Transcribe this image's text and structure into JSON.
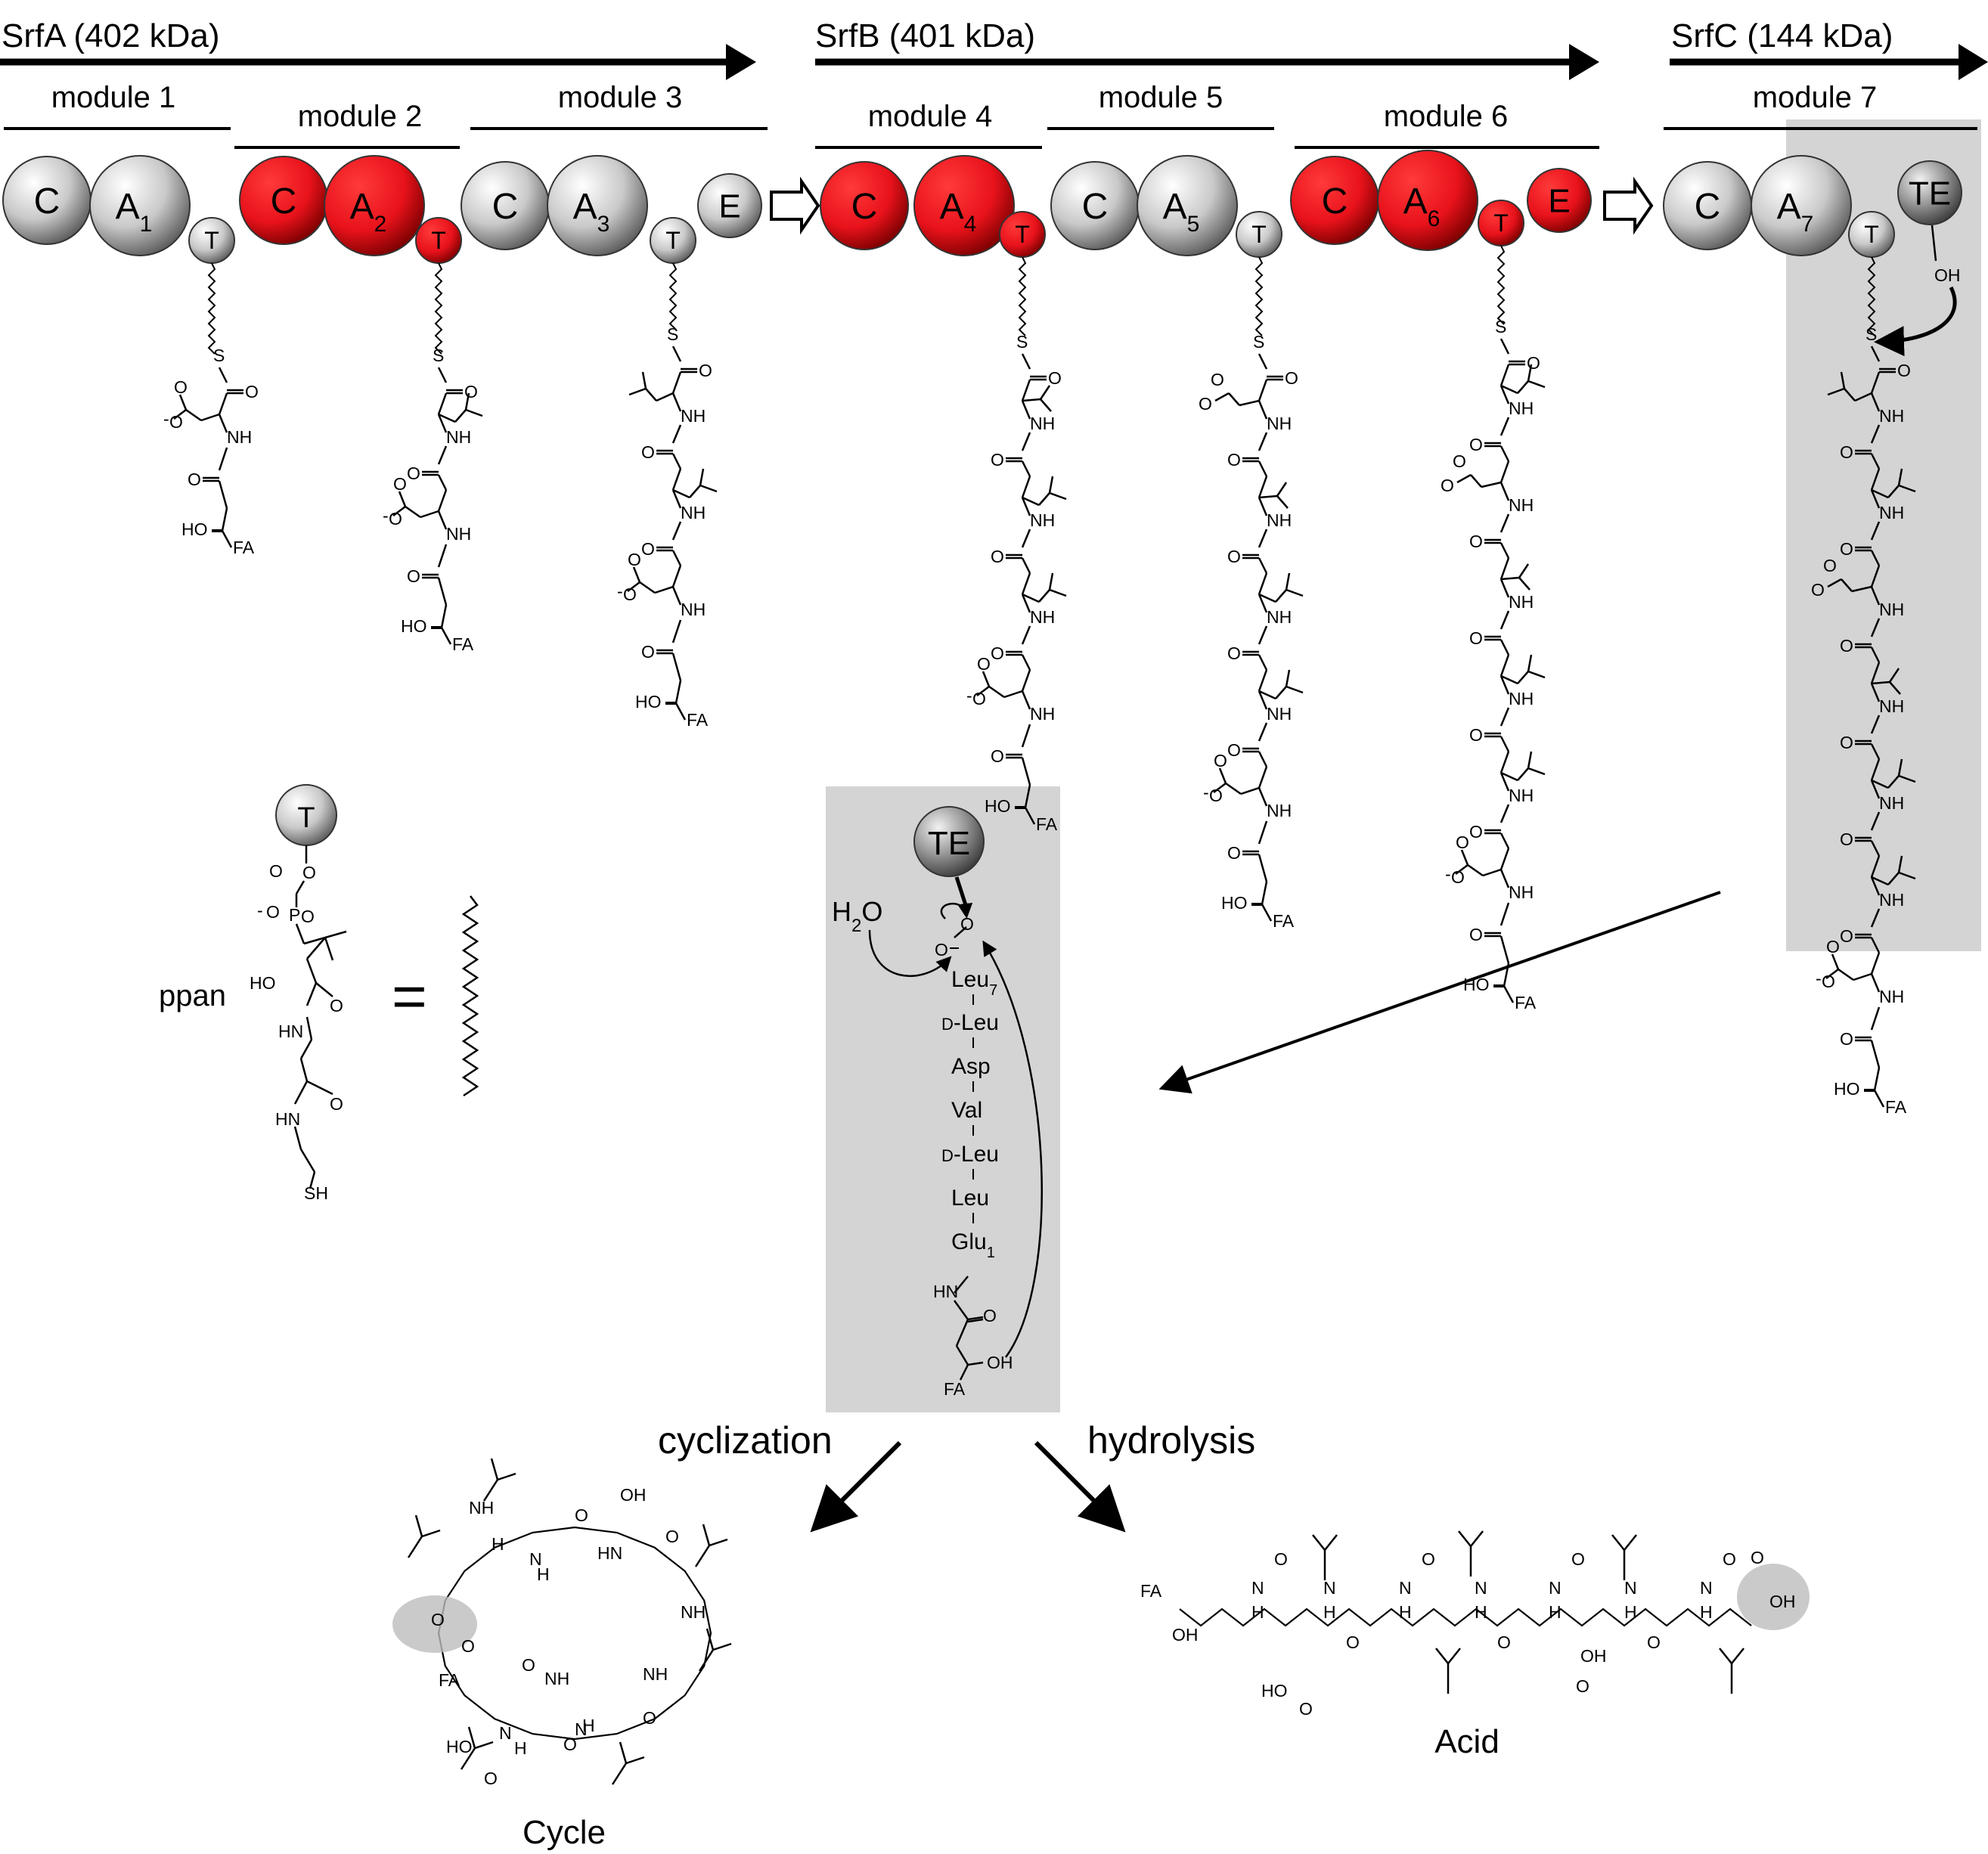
{
  "colors": {
    "domain_gray": "#d8d8d8",
    "domain_red": "#e8121b",
    "highlight_box": "#d4d4d4",
    "ink": "#000000"
  },
  "proteins": [
    {
      "id": "srfa",
      "label": "SrfA (402 kDa)"
    },
    {
      "id": "srfb",
      "label": "SrfB (401 kDa)"
    },
    {
      "id": "srfc",
      "label": "SrfC (144 kDa)"
    }
  ],
  "modules": [
    "module 1",
    "module 2",
    "module 3",
    "module 4",
    "module 5",
    "module 6",
    "module 7"
  ],
  "domains": [
    {
      "label": "C",
      "sub": "",
      "color": "gray"
    },
    {
      "label": "A",
      "sub": "1",
      "color": "gray"
    },
    {
      "label": "T",
      "sub": "",
      "color": "gray"
    },
    {
      "label": "C",
      "sub": "",
      "color": "red"
    },
    {
      "label": "A",
      "sub": "2",
      "color": "red"
    },
    {
      "label": "T",
      "sub": "",
      "color": "red"
    },
    {
      "label": "C",
      "sub": "",
      "color": "gray"
    },
    {
      "label": "A",
      "sub": "3",
      "color": "gray"
    },
    {
      "label": "T",
      "sub": "",
      "color": "gray"
    },
    {
      "label": "E",
      "sub": "",
      "color": "gray"
    },
    {
      "label": "C",
      "sub": "",
      "color": "red"
    },
    {
      "label": "A",
      "sub": "4",
      "color": "red"
    },
    {
      "label": "T",
      "sub": "",
      "color": "red"
    },
    {
      "label": "C",
      "sub": "",
      "color": "gray"
    },
    {
      "label": "A",
      "sub": "5",
      "color": "gray"
    },
    {
      "label": "T",
      "sub": "",
      "color": "gray"
    },
    {
      "label": "C",
      "sub": "",
      "color": "red"
    },
    {
      "label": "A",
      "sub": "6",
      "color": "red"
    },
    {
      "label": "T",
      "sub": "",
      "color": "red"
    },
    {
      "label": "E",
      "sub": "",
      "color": "red"
    },
    {
      "label": "C",
      "sub": "",
      "color": "gray"
    },
    {
      "label": "A",
      "sub": "7",
      "color": "gray"
    },
    {
      "label": "T",
      "sub": "",
      "color": "gray"
    },
    {
      "label": "TE",
      "sub": "",
      "color": "gray"
    }
  ],
  "chem": {
    "FA": "FA",
    "HO": "HO",
    "OH": "OH",
    "NH": "NH",
    "HN": "HN",
    "O": "O",
    "S": "S",
    "N": "N",
    "H": "H",
    "O_minus": "O",
    "minus": "-",
    "P": "P",
    "SH": "SH",
    "T": "T",
    "TE": "TE"
  },
  "ppan": {
    "label": "ppan",
    "equals": "="
  },
  "te_box": {
    "water": "H",
    "water_sub": "2",
    "water_o": "O",
    "chain": [
      "Leu",
      "D-Leu",
      "Asp",
      "Val",
      "D-Leu",
      "Leu",
      "Glu"
    ],
    "chain_display": [
      {
        "a": "Leu",
        "sub": "7"
      },
      {
        "a": "Leu",
        "pre": "D-"
      },
      {
        "a": "Asp"
      },
      {
        "a": "Val"
      },
      {
        "a": "Leu",
        "pre": "D-"
      },
      {
        "a": "Leu"
      },
      {
        "a": "Glu",
        "sub": "1"
      }
    ]
  },
  "pathways": {
    "cyclization": "cyclization",
    "hydrolysis": "hydrolysis"
  },
  "products": {
    "cycle": "Cycle",
    "acid": "Acid"
  }
}
